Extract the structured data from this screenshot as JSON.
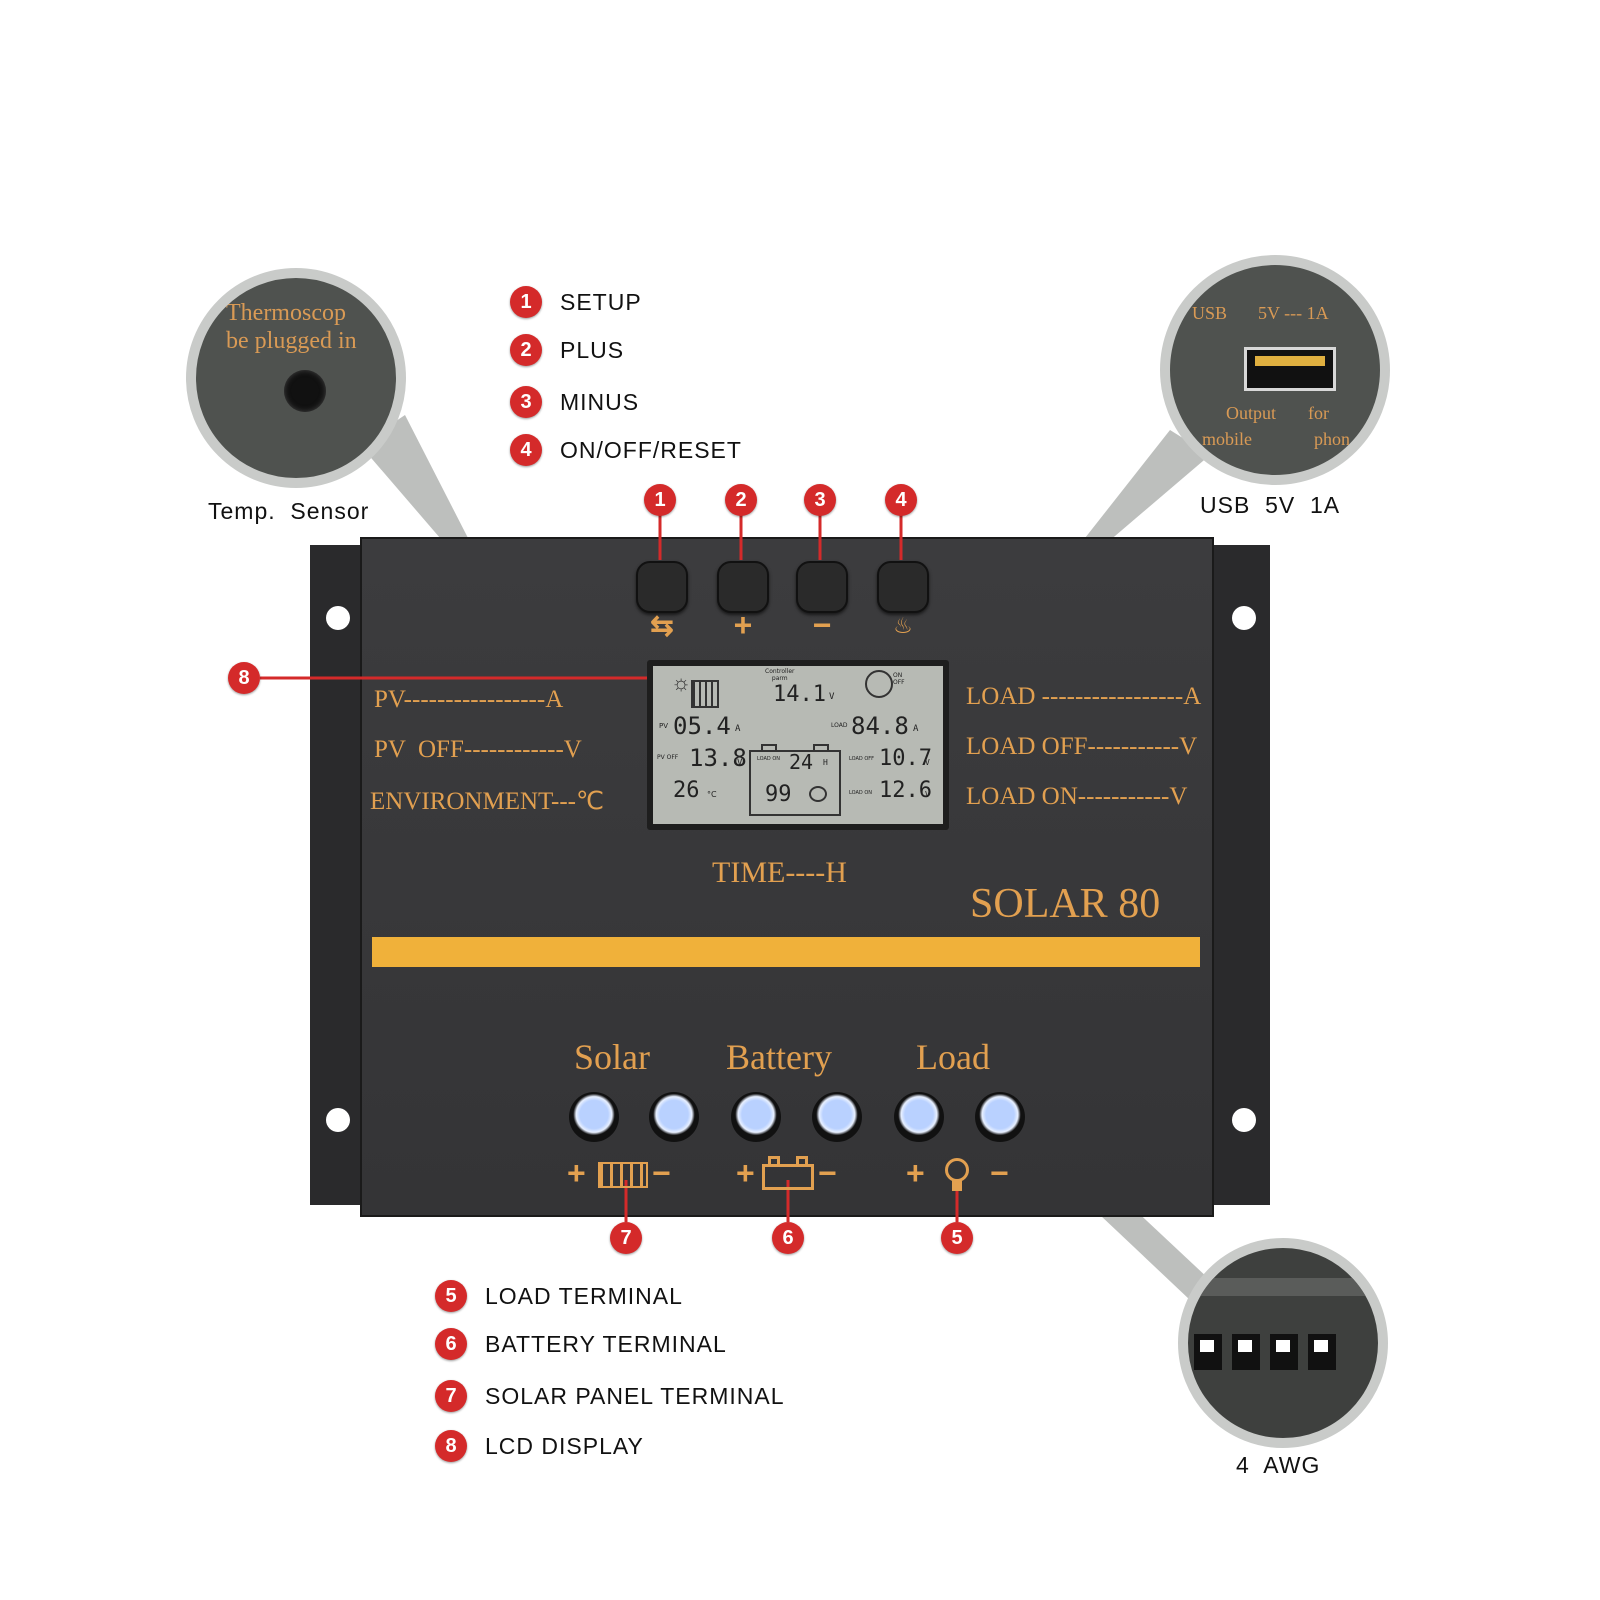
{
  "legend_top": [
    {
      "n": "1",
      "label": "SETUP"
    },
    {
      "n": "2",
      "label": "PLUS"
    },
    {
      "n": "3",
      "label": "MINUS"
    },
    {
      "n": "4",
      "label": "ON/OFF/RESET"
    }
  ],
  "legend_bottom": [
    {
      "n": "5",
      "label": "LOAD  TERMINAL"
    },
    {
      "n": "6",
      "label": "BATTERY  TERMINAL"
    },
    {
      "n": "7",
      "label": "SOLAR  PANEL  TERMINAL"
    },
    {
      "n": "8",
      "label": "LCD  DISPLAY"
    }
  ],
  "captions": {
    "temp_sensor": "Temp.  Sensor",
    "usb": "USB  5V  1A",
    "awg": "4  AWG"
  },
  "insets": {
    "thermo_line1": "Thermoscop",
    "thermo_line2": "be plugged in",
    "usb_top_left": "USB",
    "usb_top_right": "5V --- 1A",
    "usb_output": "Output",
    "usb_for": "for",
    "usb_mobile": "mobile",
    "usb_phone": "phon"
  },
  "buttons": [
    {
      "n": "1",
      "symbol": "⇆"
    },
    {
      "n": "2",
      "symbol": "+"
    },
    {
      "n": "3",
      "symbol": "−"
    },
    {
      "n": "4",
      "symbol": "♨"
    }
  ],
  "panel_labels": {
    "pv": "PV-----------------A",
    "pv_off": "PV  OFF------------V",
    "environment": "ENVIRONMENT---℃",
    "load": "LOAD -----------------A",
    "load_off": "LOAD OFF-----------V",
    "load_on": "LOAD ON-----------V",
    "time": "TIME----H",
    "model": "SOLAR 80"
  },
  "lcd": {
    "controller_label": "Controller\nparm",
    "battery_voltage": "14.1",
    "battery_unit": "V",
    "on_off_label": "ON\nOFF",
    "pv_label": "PV",
    "pv_current": "05.4",
    "pv_current_unit": "A",
    "load_label": "LOAD",
    "load_current": "84.8",
    "load_current_unit": "A",
    "pv_off_label": "PV OFF",
    "pv_off_voltage": "13.8",
    "pv_off_unit": "V",
    "load_on_label": "LOAD ON",
    "time_value": "24",
    "time_unit": "H",
    "load_off_label": "LOAD OFF",
    "load_off_voltage": "10.7",
    "load_off_unit": "V",
    "temperature": "26",
    "temp_unit": "°C",
    "battery_percent": "99",
    "load_on_label2": "LOAD ON",
    "load_on_voltage": "12.6",
    "load_on_unit": "V"
  },
  "terminals": {
    "solar": "Solar",
    "battery": "Battery",
    "load": "Load",
    "solar_n": "7",
    "battery_n": "6",
    "load_n": "5",
    "plus": "+",
    "minus": "−"
  },
  "lcd_callout_n": "8",
  "colors": {
    "accent_orange": "#e2a050",
    "stripe": "#f0b13a",
    "panel": "#3a3a3c",
    "marker_red": "#d42a2a",
    "lcd_bg": "#b7bab4"
  }
}
